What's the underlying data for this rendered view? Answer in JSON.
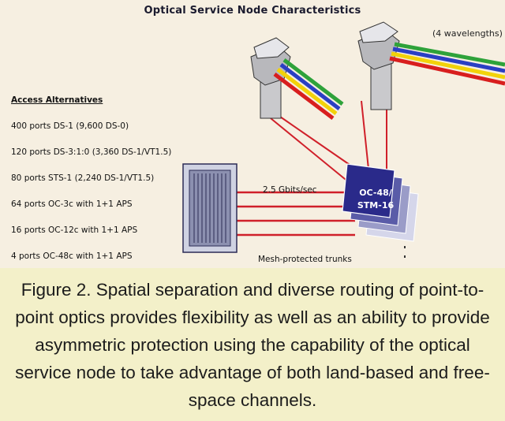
{
  "diagram": {
    "title": "Optical Service Node Characteristics",
    "wavelength_label": "(4 wavelengths)",
    "access_heading": "Access Alternatives",
    "access_items": [
      "400 ports DS-1 (9,600 DS-0)",
      "120 ports DS-3:1:0 (3,360 DS-1/VT1.5)",
      "80 ports STS-1 (2,240 DS-1/VT1.5)",
      "64 ports OC-3c with 1+1 APS",
      "16 ports OC-12c with 1+1 APS",
      "4 ports OC-48c with 1+1 APS"
    ],
    "link_label": "2.5 Gbits/sec",
    "node_label_line1": "OC-48/",
    "node_label_line2": "STM-16",
    "trunk_label": "Mesh-protected trunks",
    "colors": {
      "trunk": "#d0202a",
      "node": "#2a2a8a",
      "beam_red": "#d81e1e",
      "beam_yellow": "#f2d20a",
      "beam_blue": "#2a3fc4",
      "beam_green": "#2ea23a"
    }
  },
  "caption": {
    "text": "Figure 2. Spatial separation and diverse routing of point-to-point optics provides flexibility as well as an ability to provide asymmetric protection using the capability of the optical service node to take advantage of both land-based and free-space channels."
  }
}
